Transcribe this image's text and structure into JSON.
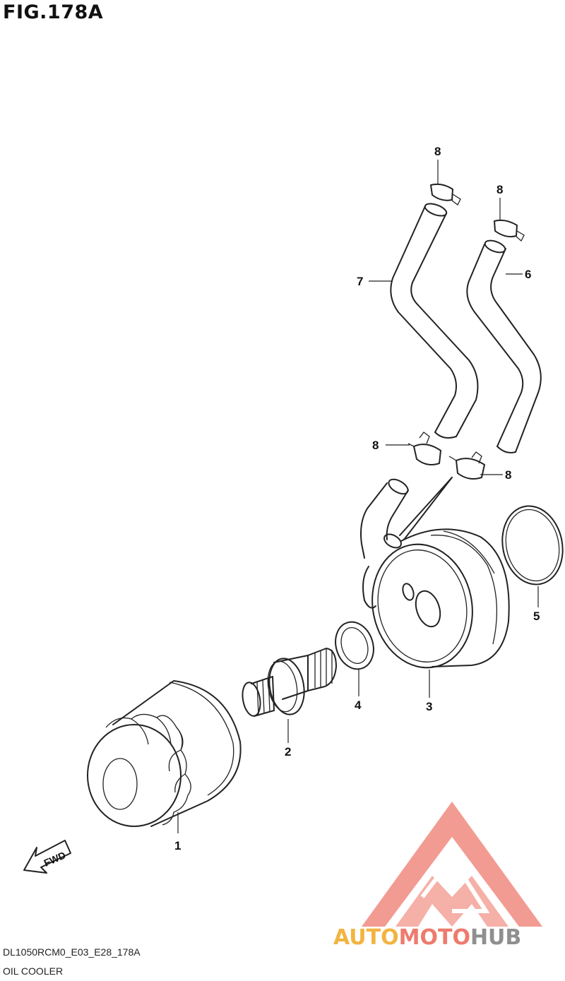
{
  "figure": {
    "title": "FIG.178A"
  },
  "footer": {
    "model_code": "DL1050RCM0_E03_E28_178A",
    "section_name": "OIL COOLER"
  },
  "arrow": {
    "label": "FWD"
  },
  "callouts": [
    {
      "id": "1",
      "label": "1"
    },
    {
      "id": "2",
      "label": "2"
    },
    {
      "id": "3",
      "label": "3"
    },
    {
      "id": "4",
      "label": "4"
    },
    {
      "id": "5",
      "label": "5"
    },
    {
      "id": "6",
      "label": "6"
    },
    {
      "id": "7",
      "label": "7"
    },
    {
      "id": "8a",
      "label": "8"
    },
    {
      "id": "8b",
      "label": "8"
    },
    {
      "id": "8c",
      "label": "8"
    },
    {
      "id": "8d",
      "label": "8"
    }
  ],
  "watermark": {
    "text_part1": "AUTO",
    "text_part2": "MOTO",
    "text_part3": "HUB",
    "colors": {
      "auto": "#f2b441",
      "moto": "#ee7a6e",
      "hub": "#8f8f8f",
      "logo": "#ee7a6e"
    }
  }
}
